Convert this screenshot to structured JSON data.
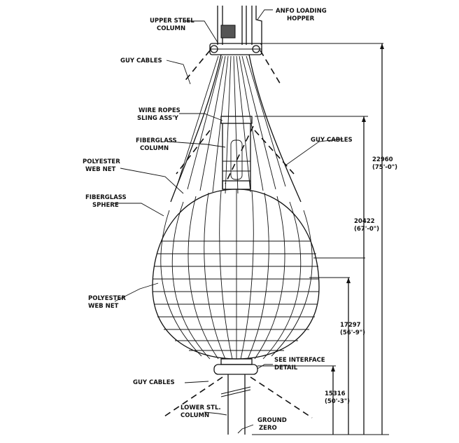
{
  "labels": {
    "upper_steel_column": [
      "UPPER STEEL",
      "COLUMN"
    ],
    "anfo_loading_hopper": [
      "ANFO LOADING",
      "HOPPER"
    ],
    "guy_cables_top": "GUY CABLES",
    "wire_ropes": [
      "WIRE ROPES",
      "SLING ASS'Y"
    ],
    "fiberglass_column": [
      "FIBERGLASS",
      "COLUMN"
    ],
    "guy_cables_right": "GUY CABLES",
    "polyester_web_net_top": [
      "POLYESTER",
      "WEB NET"
    ],
    "fiberglass_sphere": [
      "FIBERGLASS",
      "SPHERE"
    ],
    "polyester_web_net_bottom": [
      "POLYESTER",
      "WEB NET"
    ],
    "see_interface": [
      "SEE INTERFACE",
      "DETAIL"
    ],
    "guy_cables_bottom": "GUY CABLES",
    "lower_steel_column": [
      "LOWER STL.",
      "COLUMN"
    ],
    "ground_zero": [
      "GROUND",
      "ZERO"
    ]
  },
  "dimensions": [
    {
      "metric": "22960",
      "imperial": "(75'-0\")"
    },
    {
      "metric": "20422",
      "imperial": "(67'-0\")"
    },
    {
      "metric": "17297",
      "imperial": "(56'-9\")"
    },
    {
      "metric": "15316",
      "imperial": "(50'-3\")"
    }
  ]
}
